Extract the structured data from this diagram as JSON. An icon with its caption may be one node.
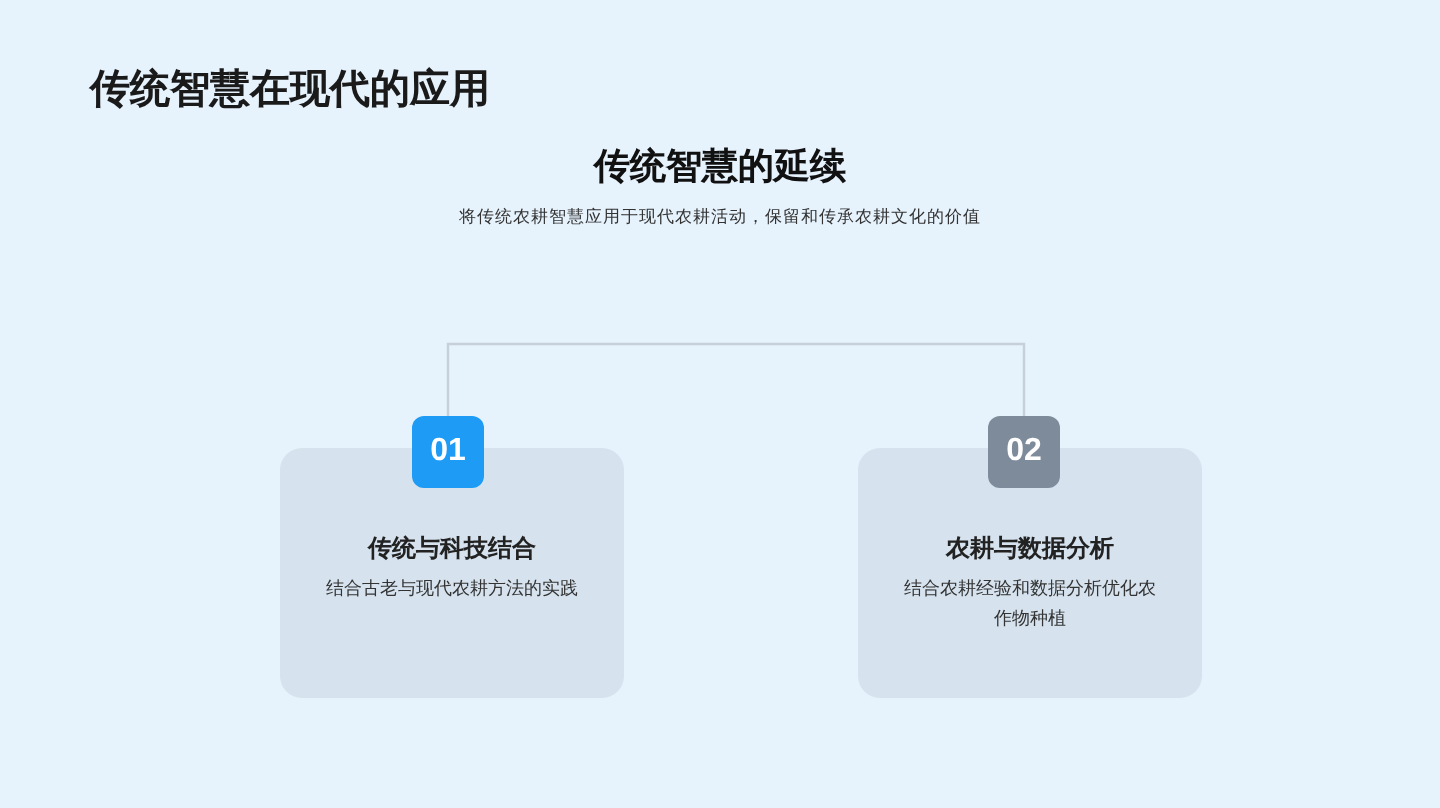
{
  "diagram": {
    "title": "传统智慧在现代的应用",
    "nodes": [
      {
        "text": [
          "01"
        ]
      },
      {
        "text": [
          "传统与科技结合",
          "结合古老与现代农耕方法的实践"
        ]
      },
      {
        "text": [
          "02"
        ]
      },
      {
        "text": [
          "农耕与数据分析",
          "结合农耕经验和数据分析优化农作物种植"
        ]
      }
    ],
    "edges": [
      {
        "from": 0,
        "to": 2,
        "arrow": "none"
      }
    ],
    "labels": [
      "传统智慧的延续",
      "将传统农耕智慧应用于现代农耕活动，保留和传承农耕文化的价值"
    ]
  }
}
